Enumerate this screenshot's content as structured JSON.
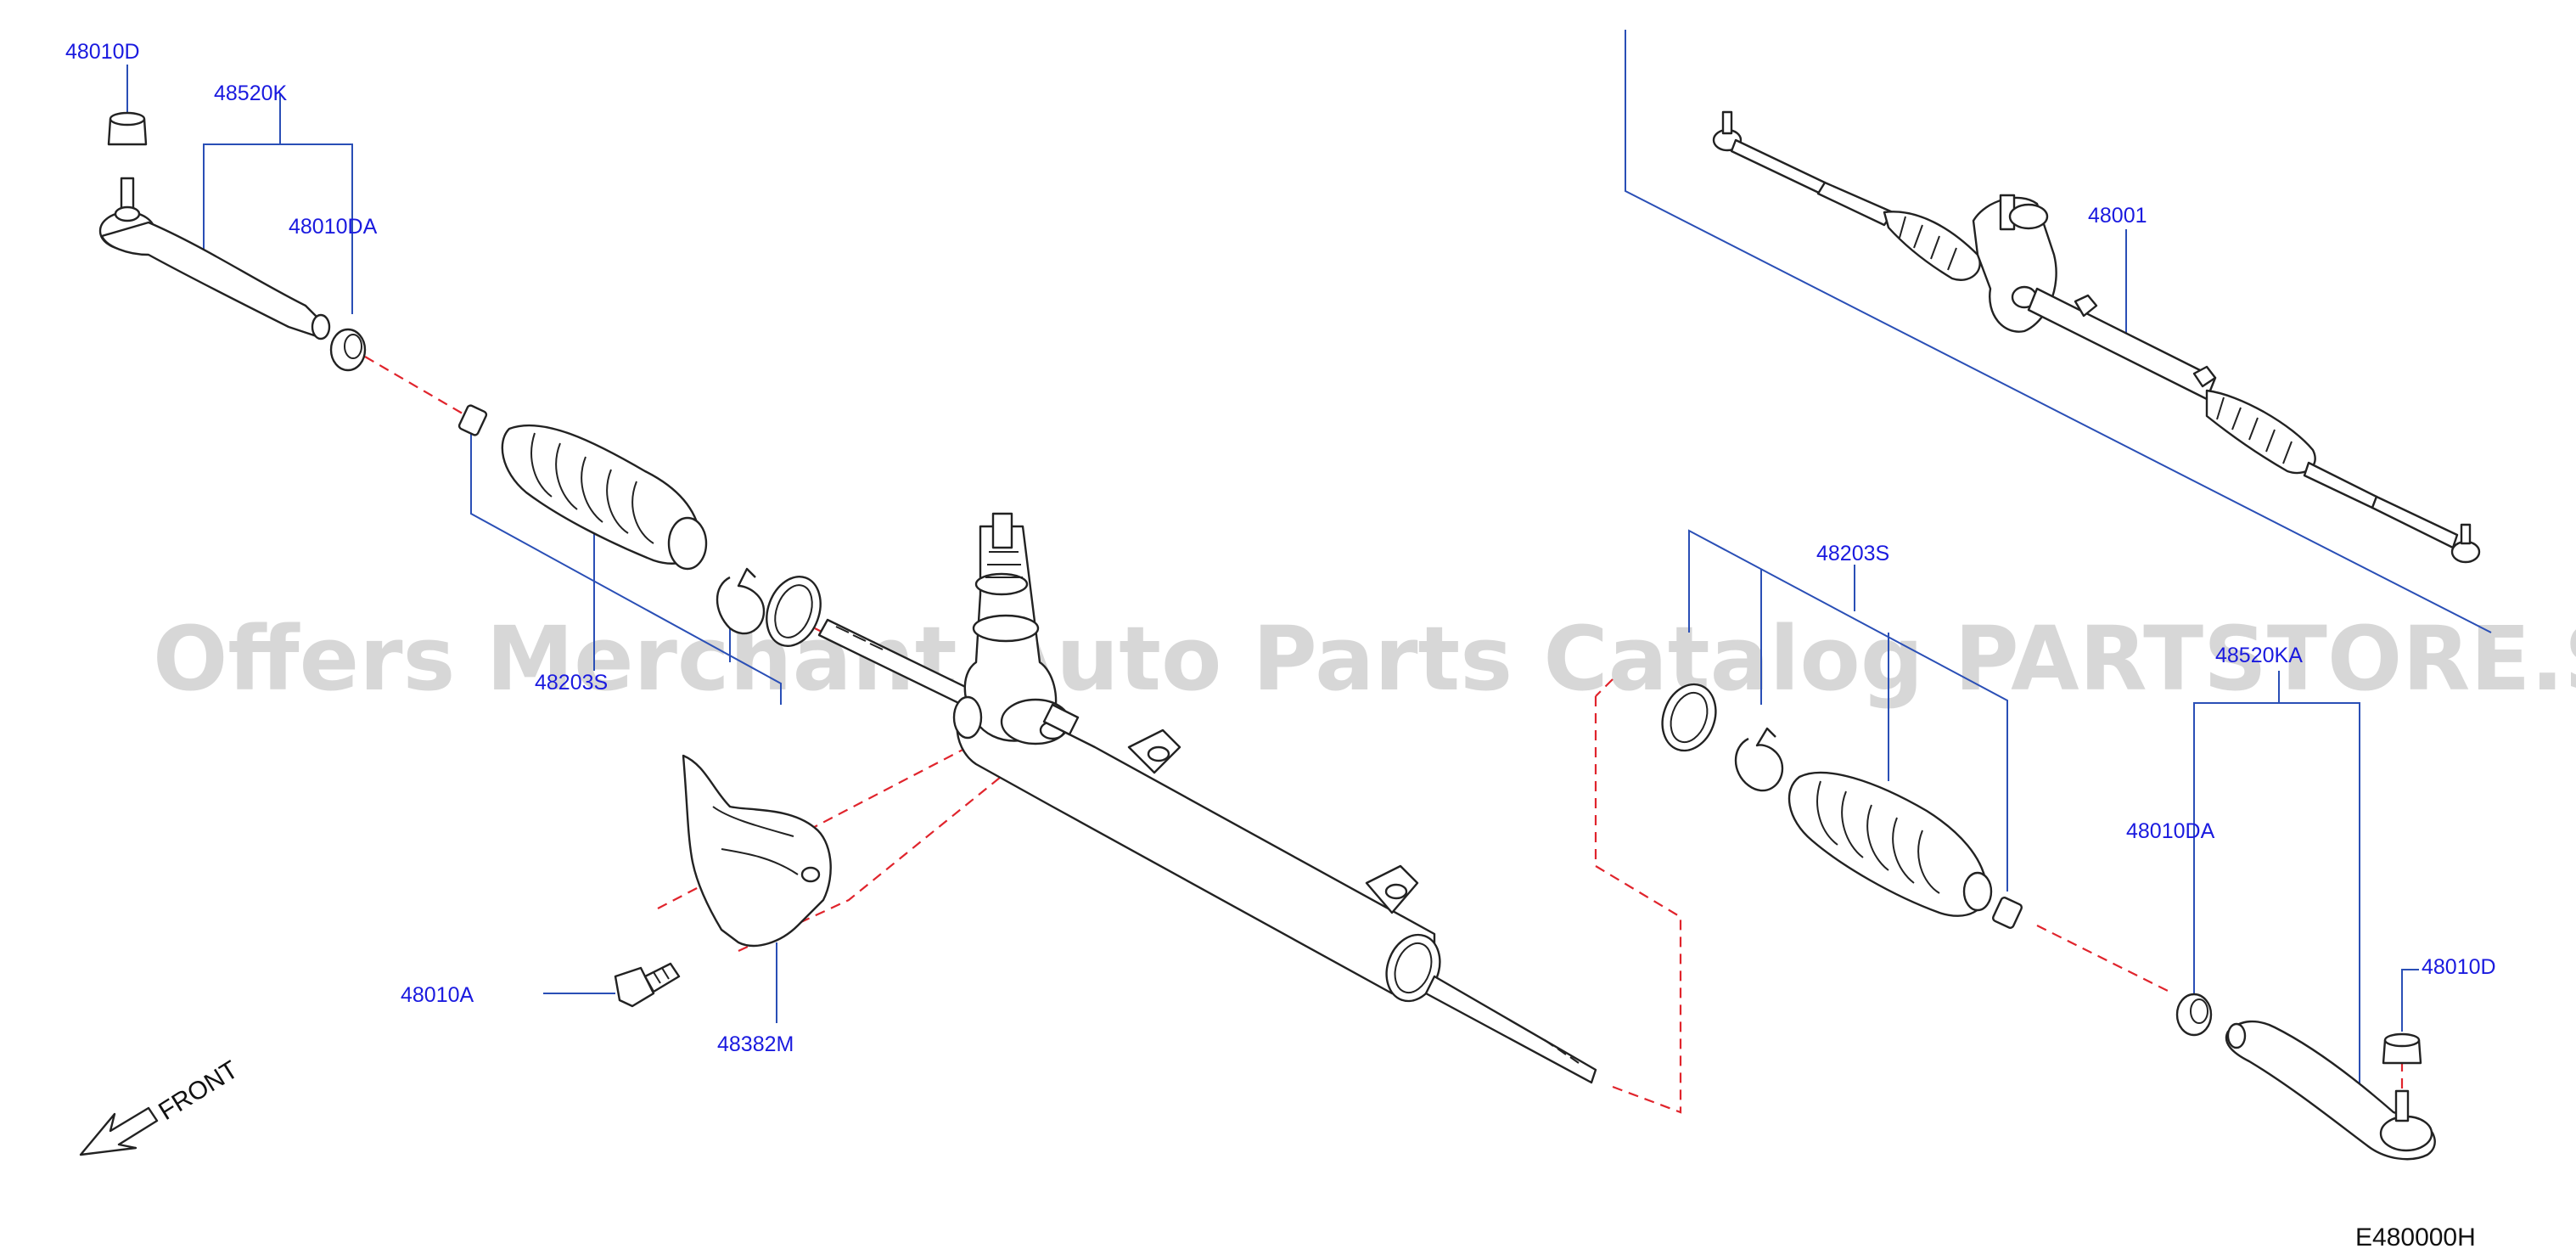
{
  "diagram_code": "E480000H",
  "front_label": "FRONT",
  "watermark": "Offers Merchant Auto Parts Catalog PARTSTORE.SA",
  "labels": {
    "p48010D_left": "48010D",
    "p48520K": "48520K",
    "p48010DA_left": "48010DA",
    "p48203S_left": "48203S",
    "p48010A": "48010A",
    "p48382M": "48382M",
    "p48001": "48001",
    "p48203S_right": "48203S",
    "p48520KA": "48520KA",
    "p48010DA_right": "48010DA",
    "p48010D_right": "48010D"
  },
  "colors": {
    "label": "#1a1adf",
    "leader_line": "#2a4fb6",
    "assembly_dash": "#e0242c",
    "outline": "#222222"
  }
}
